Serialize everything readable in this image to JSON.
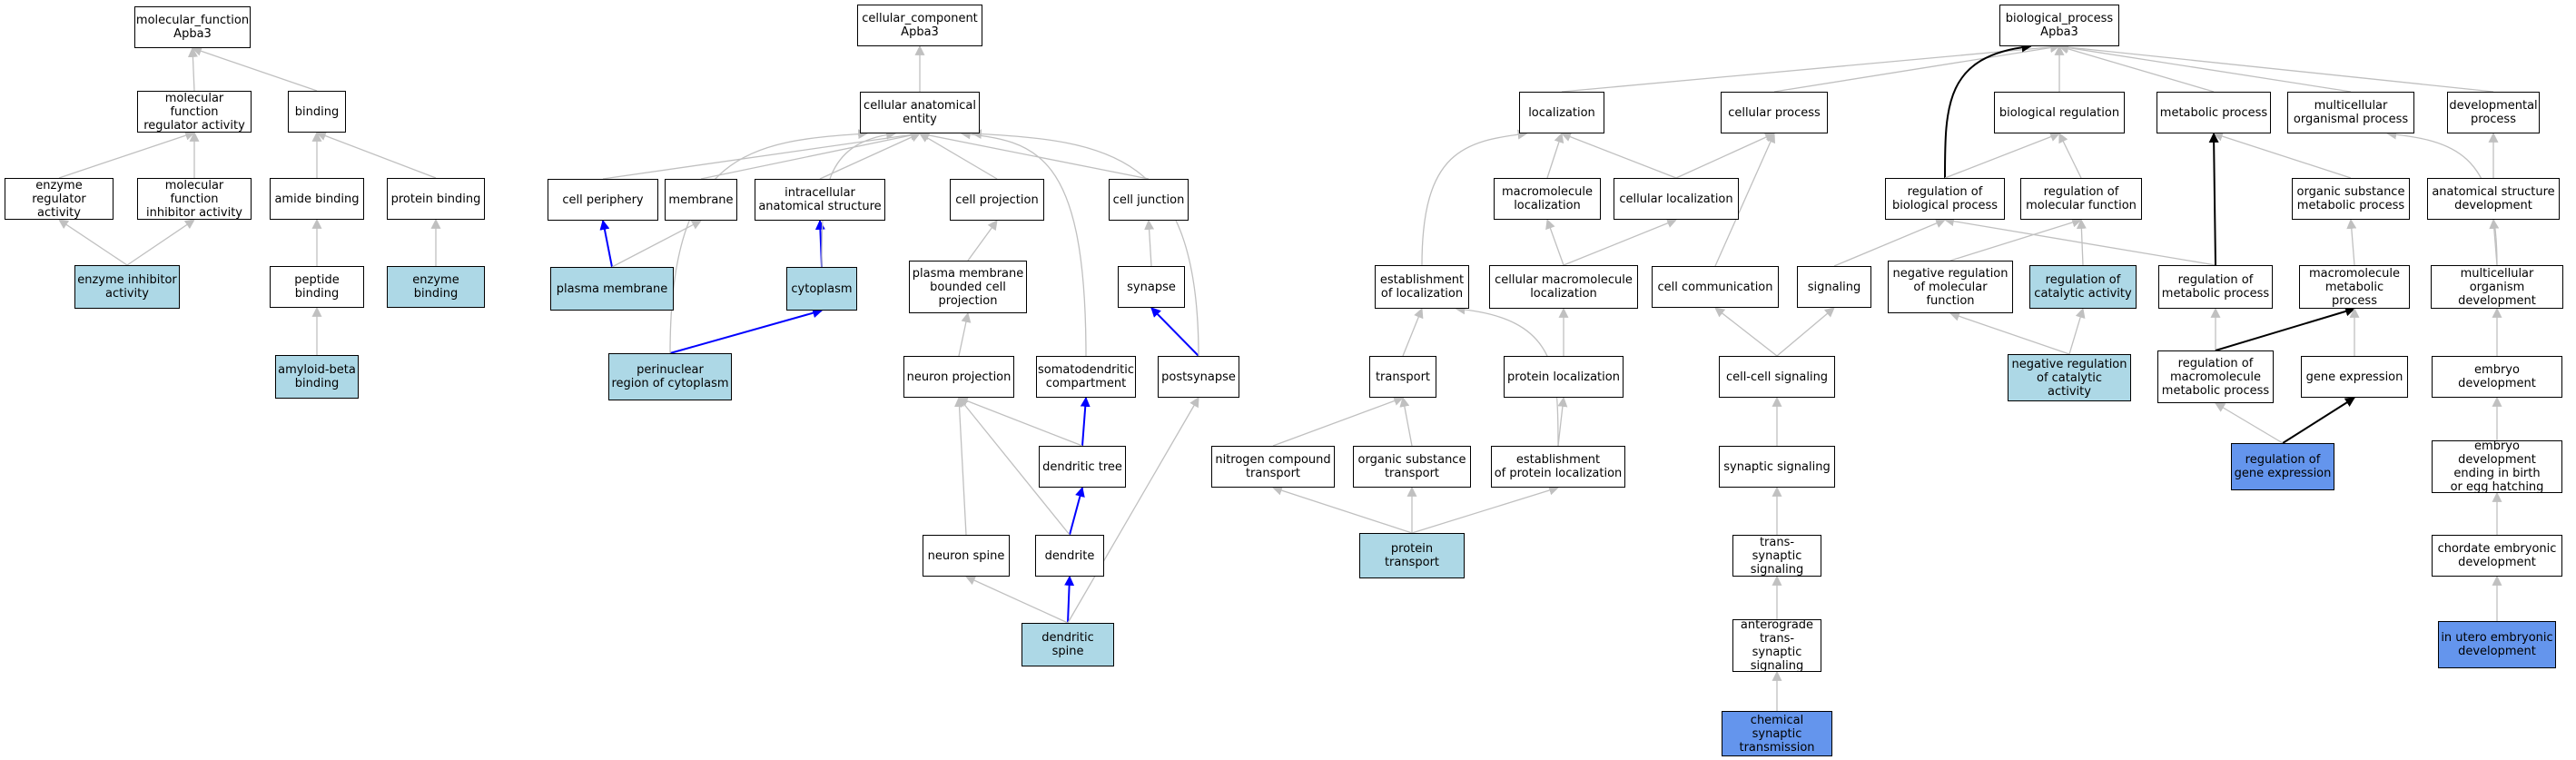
{
  "colors": {
    "plain": "#ffffff",
    "light": "#add8e6",
    "dark": "#6495ed",
    "edge_gray": "#c0c0c0",
    "edge_blue": "#0000ff",
    "edge_black": "#000000"
  },
  "nodes": [
    {
      "id": "mf_root",
      "label": "molecular_function\nApba3",
      "fill": "plain"
    },
    {
      "id": "mf_reg",
      "label": "molecular function\nregulator activity",
      "fill": "plain"
    },
    {
      "id": "binding",
      "label": "binding",
      "fill": "plain"
    },
    {
      "id": "enz_reg",
      "label": "enzyme regulator\nactivity",
      "fill": "plain"
    },
    {
      "id": "mf_inh",
      "label": "molecular function\ninhibitor activity",
      "fill": "plain"
    },
    {
      "id": "amide",
      "label": "amide binding",
      "fill": "plain"
    },
    {
      "id": "protein_binding",
      "label": "protein binding",
      "fill": "plain"
    },
    {
      "id": "enz_inh",
      "label": "enzyme inhibitor\nactivity",
      "fill": "light"
    },
    {
      "id": "peptide",
      "label": "peptide binding",
      "fill": "plain"
    },
    {
      "id": "enz_binding",
      "label": "enzyme binding",
      "fill": "light"
    },
    {
      "id": "abeta",
      "label": "amyloid-beta\nbinding",
      "fill": "light"
    },
    {
      "id": "cc_root",
      "label": "cellular_component\nApba3",
      "fill": "plain"
    },
    {
      "id": "cae",
      "label": "cellular anatomical\nentity",
      "fill": "plain"
    },
    {
      "id": "periphery",
      "label": "cell periphery",
      "fill": "plain"
    },
    {
      "id": "membrane",
      "label": "membrane",
      "fill": "plain"
    },
    {
      "id": "intracell",
      "label": "intracellular\nanatomical structure",
      "fill": "plain"
    },
    {
      "id": "cproj",
      "label": "cell projection",
      "fill": "plain"
    },
    {
      "id": "cjunc",
      "label": "cell junction",
      "fill": "plain"
    },
    {
      "id": "pmem",
      "label": "plasma membrane",
      "fill": "light"
    },
    {
      "id": "cyto",
      "label": "cytoplasm",
      "fill": "light"
    },
    {
      "id": "pmbcp",
      "label": "plasma membrane\nbounded cell\nprojection",
      "fill": "plain"
    },
    {
      "id": "synapse",
      "label": "synapse",
      "fill": "plain"
    },
    {
      "id": "perinuc",
      "label": "perinuclear\nregion of cytoplasm",
      "fill": "light"
    },
    {
      "id": "nproj",
      "label": "neuron projection",
      "fill": "plain"
    },
    {
      "id": "somato",
      "label": "somatodendritic\ncompartment",
      "fill": "plain"
    },
    {
      "id": "postsyn",
      "label": "postsynapse",
      "fill": "plain"
    },
    {
      "id": "dtree",
      "label": "dendritic tree",
      "fill": "plain"
    },
    {
      "id": "nspine",
      "label": "neuron spine",
      "fill": "plain"
    },
    {
      "id": "dendrite",
      "label": "dendrite",
      "fill": "plain"
    },
    {
      "id": "dspine",
      "label": "dendritic spine",
      "fill": "light"
    },
    {
      "id": "bp_root",
      "label": "biological_process\nApba3",
      "fill": "plain"
    },
    {
      "id": "localization",
      "label": "localization",
      "fill": "plain"
    },
    {
      "id": "cellproc",
      "label": "cellular process",
      "fill": "plain"
    },
    {
      "id": "bioreg",
      "label": "biological regulation",
      "fill": "plain"
    },
    {
      "id": "metab",
      "label": "metabolic process",
      "fill": "plain"
    },
    {
      "id": "multi",
      "label": "multicellular\norganismal process",
      "fill": "plain"
    },
    {
      "id": "devproc",
      "label": "developmental\nprocess",
      "fill": "plain"
    },
    {
      "id": "macroloc",
      "label": "macromolecule\nlocalization",
      "fill": "plain"
    },
    {
      "id": "cellloc",
      "label": "cellular localization",
      "fill": "plain"
    },
    {
      "id": "regbp",
      "label": "regulation of\nbiological process",
      "fill": "plain"
    },
    {
      "id": "regmf",
      "label": "regulation of\nmolecular function",
      "fill": "plain"
    },
    {
      "id": "orgsub",
      "label": "organic substance\nmetabolic process",
      "fill": "plain"
    },
    {
      "id": "anatdev",
      "label": "anatomical structure\ndevelopment",
      "fill": "plain"
    },
    {
      "id": "estloc",
      "label": "establishment\nof localization",
      "fill": "plain"
    },
    {
      "id": "cmacroloc",
      "label": "cellular macromolecule\nlocalization",
      "fill": "plain"
    },
    {
      "id": "cellcomm",
      "label": "cell communication",
      "fill": "plain"
    },
    {
      "id": "signaling",
      "label": "signaling",
      "fill": "plain"
    },
    {
      "id": "negregmf",
      "label": "negative regulation\nof molecular\nfunction",
      "fill": "plain"
    },
    {
      "id": "regcat",
      "label": "regulation of\ncatalytic activity",
      "fill": "light"
    },
    {
      "id": "regmetab",
      "label": "regulation of\nmetabolic process",
      "fill": "plain"
    },
    {
      "id": "macromet",
      "label": "macromolecule\nmetabolic process",
      "fill": "plain"
    },
    {
      "id": "multidev",
      "label": "multicellular\norganism development",
      "fill": "plain"
    },
    {
      "id": "transport",
      "label": "transport",
      "fill": "plain"
    },
    {
      "id": "protloc",
      "label": "protein localization",
      "fill": "plain"
    },
    {
      "id": "ccsig",
      "label": "cell-cell signaling",
      "fill": "plain"
    },
    {
      "id": "negregcat",
      "label": "negative regulation\nof catalytic\nactivity",
      "fill": "light"
    },
    {
      "id": "regmacromet",
      "label": "regulation of\nmacromolecule\nmetabolic process",
      "fill": "plain"
    },
    {
      "id": "geneexp",
      "label": "gene expression",
      "fill": "plain"
    },
    {
      "id": "embdev",
      "label": "embryo development",
      "fill": "plain"
    },
    {
      "id": "nitro",
      "label": "nitrogen compound\ntransport",
      "fill": "plain"
    },
    {
      "id": "orgtrans",
      "label": "organic substance\ntransport",
      "fill": "plain"
    },
    {
      "id": "estprotloc",
      "label": "establishment\nof protein localization",
      "fill": "plain"
    },
    {
      "id": "synsig",
      "label": "synaptic signaling",
      "fill": "plain"
    },
    {
      "id": "reggeneexp",
      "label": "regulation of\ngene expression",
      "fill": "dark"
    },
    {
      "id": "embbirth",
      "label": "embryo development\nending in birth\nor egg hatching",
      "fill": "plain"
    },
    {
      "id": "prottrans",
      "label": "protein transport",
      "fill": "light"
    },
    {
      "id": "transsyn",
      "label": "trans-synaptic\nsignaling",
      "fill": "plain"
    },
    {
      "id": "chordate",
      "label": "chordate embryonic\ndevelopment",
      "fill": "plain"
    },
    {
      "id": "antero",
      "label": "anterograde\ntrans-synaptic\nsignaling",
      "fill": "plain"
    },
    {
      "id": "inutero",
      "label": "in utero embryonic\ndevelopment",
      "fill": "dark"
    },
    {
      "id": "chemsyn",
      "label": "chemical synaptic\ntransmission",
      "fill": "dark"
    }
  ],
  "edges": [
    {
      "from": "mf_reg",
      "to": "mf_root",
      "color": "gray"
    },
    {
      "from": "binding",
      "to": "mf_root",
      "color": "gray"
    },
    {
      "from": "enz_reg",
      "to": "mf_reg",
      "color": "gray"
    },
    {
      "from": "mf_inh",
      "to": "mf_reg",
      "color": "gray"
    },
    {
      "from": "amide",
      "to": "binding",
      "color": "gray"
    },
    {
      "from": "protein_binding",
      "to": "binding",
      "color": "gray"
    },
    {
      "from": "enz_inh",
      "to": "enz_reg",
      "color": "gray"
    },
    {
      "from": "enz_inh",
      "to": "mf_inh",
      "color": "gray"
    },
    {
      "from": "peptide",
      "to": "amide",
      "color": "gray"
    },
    {
      "from": "enz_binding",
      "to": "protein_binding",
      "color": "gray"
    },
    {
      "from": "abeta",
      "to": "peptide",
      "color": "gray"
    },
    {
      "from": "cae",
      "to": "cc_root",
      "color": "gray"
    },
    {
      "from": "periphery",
      "to": "cae",
      "color": "gray"
    },
    {
      "from": "membrane",
      "to": "cae",
      "color": "gray"
    },
    {
      "from": "intracell",
      "to": "cae",
      "color": "gray"
    },
    {
      "from": "cproj",
      "to": "cae",
      "color": "gray"
    },
    {
      "from": "cjunc",
      "to": "cae",
      "color": "gray"
    },
    {
      "from": "pmem",
      "to": "periphery",
      "color": "blue"
    },
    {
      "from": "pmem",
      "to": "membrane",
      "color": "gray"
    },
    {
      "from": "cyto",
      "to": "intracell",
      "color": "blue"
    },
    {
      "from": "cyto",
      "to": "cae",
      "color": "gray",
      "curve": true
    },
    {
      "from": "pmbcp",
      "to": "cproj",
      "color": "gray"
    },
    {
      "from": "synapse",
      "to": "cjunc",
      "color": "gray"
    },
    {
      "from": "perinuc",
      "to": "cyto",
      "color": "blue"
    },
    {
      "from": "perinuc",
      "to": "cae",
      "color": "gray",
      "curve": true
    },
    {
      "from": "nproj",
      "to": "pmbcp",
      "color": "gray"
    },
    {
      "from": "somato",
      "to": "cae",
      "color": "gray",
      "curve": true
    },
    {
      "from": "postsyn",
      "to": "synapse",
      "color": "blue"
    },
    {
      "from": "postsyn",
      "to": "cae",
      "color": "gray",
      "curve": true
    },
    {
      "from": "dtree",
      "to": "somato",
      "color": "blue"
    },
    {
      "from": "dtree",
      "to": "nproj",
      "color": "gray"
    },
    {
      "from": "nspine",
      "to": "nproj",
      "color": "gray"
    },
    {
      "from": "dendrite",
      "to": "dtree",
      "color": "blue"
    },
    {
      "from": "dendrite",
      "to": "nproj",
      "color": "gray"
    },
    {
      "from": "dspine",
      "to": "dendrite",
      "color": "blue"
    },
    {
      "from": "dspine",
      "to": "nspine",
      "color": "gray"
    },
    {
      "from": "dspine",
      "to": "postsyn",
      "color": "gray"
    },
    {
      "from": "localization",
      "to": "bp_root",
      "color": "gray"
    },
    {
      "from": "cellproc",
      "to": "bp_root",
      "color": "gray"
    },
    {
      "from": "bioreg",
      "to": "bp_root",
      "color": "gray"
    },
    {
      "from": "metab",
      "to": "bp_root",
      "color": "gray"
    },
    {
      "from": "multi",
      "to": "bp_root",
      "color": "gray"
    },
    {
      "from": "devproc",
      "to": "bp_root",
      "color": "gray"
    },
    {
      "from": "regbp",
      "to": "bp_root",
      "color": "black",
      "curve": true
    },
    {
      "from": "macroloc",
      "to": "localization",
      "color": "gray"
    },
    {
      "from": "cellloc",
      "to": "localization",
      "color": "gray"
    },
    {
      "from": "cellloc",
      "to": "cellproc",
      "color": "gray"
    },
    {
      "from": "regbp",
      "to": "bioreg",
      "color": "gray"
    },
    {
      "from": "regmf",
      "to": "bioreg",
      "color": "gray"
    },
    {
      "from": "orgsub",
      "to": "metab",
      "color": "gray"
    },
    {
      "from": "anatdev",
      "to": "devproc",
      "color": "gray"
    },
    {
      "from": "estloc",
      "to": "localization",
      "color": "gray",
      "curve": true
    },
    {
      "from": "cmacroloc",
      "to": "macroloc",
      "color": "gray"
    },
    {
      "from": "cmacroloc",
      "to": "cellloc",
      "color": "gray"
    },
    {
      "from": "cellcomm",
      "to": "cellproc",
      "color": "gray"
    },
    {
      "from": "signaling",
      "to": "regbp",
      "color": "gray"
    },
    {
      "from": "negregmf",
      "to": "regmf",
      "color": "gray"
    },
    {
      "from": "regcat",
      "to": "regmf",
      "color": "gray"
    },
    {
      "from": "regmetab",
      "to": "regbp",
      "color": "gray"
    },
    {
      "from": "regmetab",
      "to": "metab",
      "color": "black"
    },
    {
      "from": "macromet",
      "to": "orgsub",
      "color": "gray"
    },
    {
      "from": "multidev",
      "to": "anatdev",
      "color": "gray"
    },
    {
      "from": "multidev",
      "to": "multi",
      "color": "gray",
      "curve": true
    },
    {
      "from": "transport",
      "to": "estloc",
      "color": "gray"
    },
    {
      "from": "protloc",
      "to": "cmacroloc",
      "color": "gray"
    },
    {
      "from": "ccsig",
      "to": "cellcomm",
      "color": "gray"
    },
    {
      "from": "ccsig",
      "to": "signaling",
      "color": "gray"
    },
    {
      "from": "negregcat",
      "to": "negregmf",
      "color": "gray"
    },
    {
      "from": "negregcat",
      "to": "regcat",
      "color": "gray"
    },
    {
      "from": "regmacromet",
      "to": "regmetab",
      "color": "gray"
    },
    {
      "from": "regmacromet",
      "to": "macromet",
      "color": "black"
    },
    {
      "from": "geneexp",
      "to": "macromet",
      "color": "gray"
    },
    {
      "from": "embdev",
      "to": "multidev",
      "color": "gray"
    },
    {
      "from": "nitro",
      "to": "transport",
      "color": "gray"
    },
    {
      "from": "orgtrans",
      "to": "transport",
      "color": "gray"
    },
    {
      "from": "estprotloc",
      "to": "estloc",
      "color": "gray",
      "curve": true
    },
    {
      "from": "estprotloc",
      "to": "protloc",
      "color": "gray"
    },
    {
      "from": "synsig",
      "to": "ccsig",
      "color": "gray"
    },
    {
      "from": "reggeneexp",
      "to": "geneexp",
      "color": "black"
    },
    {
      "from": "reggeneexp",
      "to": "regmacromet",
      "color": "gray"
    },
    {
      "from": "embbirth",
      "to": "embdev",
      "color": "gray"
    },
    {
      "from": "prottrans",
      "to": "nitro",
      "color": "gray"
    },
    {
      "from": "prottrans",
      "to": "orgtrans",
      "color": "gray"
    },
    {
      "from": "prottrans",
      "to": "estprotloc",
      "color": "gray"
    },
    {
      "from": "transsyn",
      "to": "synsig",
      "color": "gray"
    },
    {
      "from": "chordate",
      "to": "embbirth",
      "color": "gray"
    },
    {
      "from": "antero",
      "to": "transsyn",
      "color": "gray"
    },
    {
      "from": "inutero",
      "to": "chordate",
      "color": "gray"
    },
    {
      "from": "chemsyn",
      "to": "antero",
      "color": "gray"
    }
  ]
}
